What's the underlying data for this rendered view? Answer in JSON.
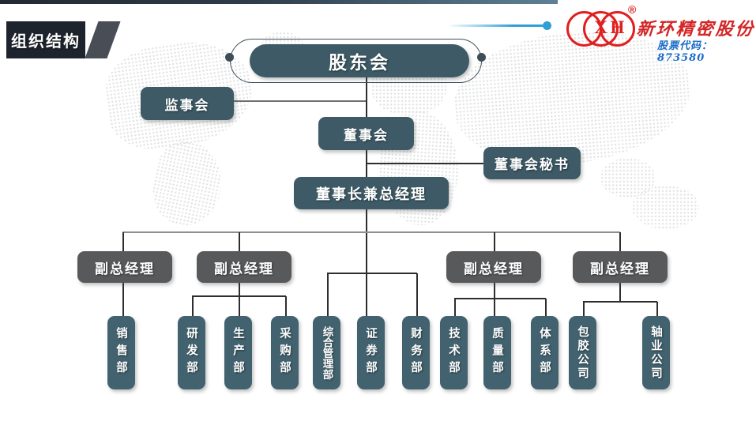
{
  "header": {
    "badge": "组织结构",
    "logo": {
      "reg_mark": "®",
      "letter_x": "X",
      "letter_h": "H",
      "company_name": "新环精密股份",
      "stock_code_label": "股票代码：873580"
    },
    "colors": {
      "accent_blue": "#2f9fd8",
      "brand_red": "#e01f1f",
      "stock_blue": "#1a6cc8",
      "badge_dark": "#1e242d"
    }
  },
  "chart": {
    "shareholders": {
      "label": "股东会"
    },
    "supervisory_board": {
      "label": "监事会"
    },
    "board": {
      "label": "董事会"
    },
    "board_secretary": {
      "label": "董事会秘书"
    },
    "chairman_gm": {
      "label": "董事长兼总经理"
    },
    "deputies": [
      {
        "label": "副总经理"
      },
      {
        "label": "副总经理"
      },
      {
        "label": "副总经理"
      },
      {
        "label": "副总经理"
      }
    ],
    "departments": [
      {
        "label": "销售部"
      },
      {
        "label": "研发部"
      },
      {
        "label": "生产部"
      },
      {
        "label": "采购部"
      },
      {
        "label": "综合管理部"
      },
      {
        "label": "证券部"
      },
      {
        "label": "财务部"
      },
      {
        "label": "技术部"
      },
      {
        "label": "质量部"
      },
      {
        "label": "体系部"
      },
      {
        "label": "包胶公司"
      },
      {
        "label": "轴业公司"
      }
    ],
    "colors": {
      "node_teal": "#3d5a66",
      "node_gray": "#58595b",
      "dept_teal": "#42626f",
      "line_dark": "#2e2e2e",
      "line_light": "#8f8f8f"
    }
  }
}
